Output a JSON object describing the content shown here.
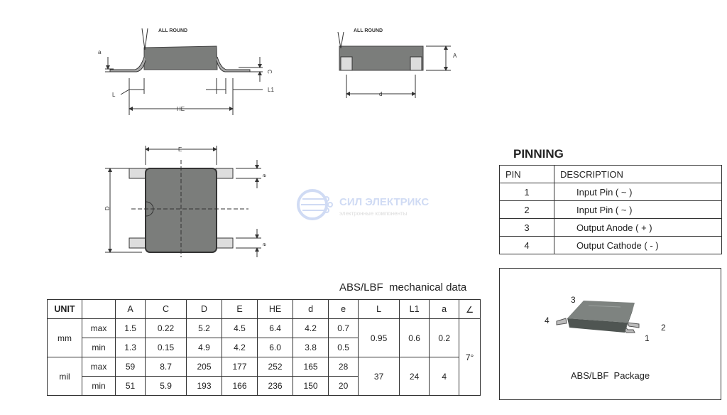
{
  "drawings": {
    "side_view": {
      "note": "ALL ROUND",
      "labels": {
        "a": "a",
        "c": "C",
        "l": "L",
        "l1": "L1",
        "he": "HE"
      }
    },
    "end_view": {
      "note": "ALL ROUND",
      "labels": {
        "a": "A",
        "d": "d"
      }
    },
    "top_view": {
      "labels": {
        "e_width": "E",
        "d": "D",
        "e_pitch_top": "e",
        "e_pitch_bottom": "e"
      }
    }
  },
  "watermark": {
    "name": "СИЛ ЭЛЕКТРИКС",
    "tagline": "электронные компоненты"
  },
  "pinning": {
    "title": "PINNING",
    "headers": [
      "PIN",
      "DESCRIPTION"
    ],
    "rows": [
      {
        "pin": "1",
        "description": "Input Pin ( ~ )"
      },
      {
        "pin": "2",
        "description": "Input Pin ( ~ )"
      },
      {
        "pin": "3",
        "description": "Output Anode ( + )"
      },
      {
        "pin": "4",
        "description": "Output Cathode ( - )"
      }
    ]
  },
  "package": {
    "caption": "ABS/LBF  Package",
    "pin_labels": [
      "1",
      "2",
      "3",
      "4"
    ]
  },
  "mechanical": {
    "title": "ABS/LBF  mechanical data",
    "headers": [
      "UNIT",
      "",
      "A",
      "C",
      "D",
      "E",
      "HE",
      "d",
      "e",
      "L",
      "L1",
      "a",
      "∠"
    ],
    "mm": {
      "unit": "mm",
      "max": {
        "label": "max",
        "values": [
          "1.5",
          "0.22",
          "5.2",
          "4.5",
          "6.4",
          "4.2",
          "0.7"
        ]
      },
      "min": {
        "label": "min",
        "values": [
          "1.3",
          "0.15",
          "4.9",
          "4.2",
          "6.0",
          "3.8",
          "0.5"
        ]
      },
      "L": "0.95",
      "L1": "0.6",
      "a": "0.2"
    },
    "mil": {
      "unit": "mil",
      "max": {
        "label": "max",
        "values": [
          "59",
          "8.7",
          "205",
          "177",
          "252",
          "165",
          "28"
        ]
      },
      "min": {
        "label": "min",
        "values": [
          "51",
          "5.9",
          "193",
          "166",
          "236",
          "150",
          "20"
        ]
      },
      "L": "37",
      "L1": "24",
      "a": "4"
    },
    "angle": "7°"
  }
}
